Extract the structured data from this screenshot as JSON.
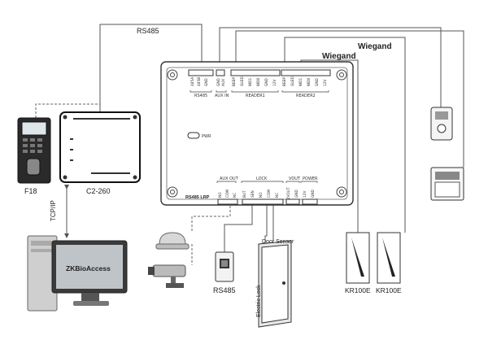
{
  "wires": {
    "rs485": "RS485",
    "wiegand_top": "Wiegand",
    "wiegand_second": "Wiegand",
    "tcpip": "TCP/IP"
  },
  "controller": {
    "pwr_label": "PWR",
    "bottom_left_label": "RS485 LRP",
    "top_sections": [
      "RS485",
      "AUX IN",
      "READER1",
      "READER2"
    ],
    "top_terminals": [
      "485A",
      "485B",
      "GND",
      "GND",
      "AUX",
      "BEEP",
      "GLED",
      "WD1",
      "WD0",
      "GND",
      "12V",
      "BEEP",
      "GLED",
      "WD1",
      "WD0",
      "GND",
      "12V"
    ],
    "bottom_sections": [
      "AUX OUT",
      "LOCK",
      "VOUT",
      "POWER"
    ],
    "bottom_terminals": [
      "NO",
      "COM",
      "NC",
      "BUT",
      "SEN",
      "NO",
      "COM",
      "NC",
      "12VOUT",
      "GND",
      "12V",
      "GND"
    ]
  },
  "devices": {
    "f18": "F18",
    "c2260": "C2-260",
    "rs485_unit": "RS485",
    "door_sensor": "Door Sensor",
    "electric_lock": "Electric Lock",
    "reader_left": "KR100E",
    "reader_right": "KR100E",
    "software": "ZKBioAccess"
  },
  "colors": {
    "line": "#555555",
    "dashed": "#666666",
    "device_dark": "#222222",
    "panel": "#ffffff"
  }
}
